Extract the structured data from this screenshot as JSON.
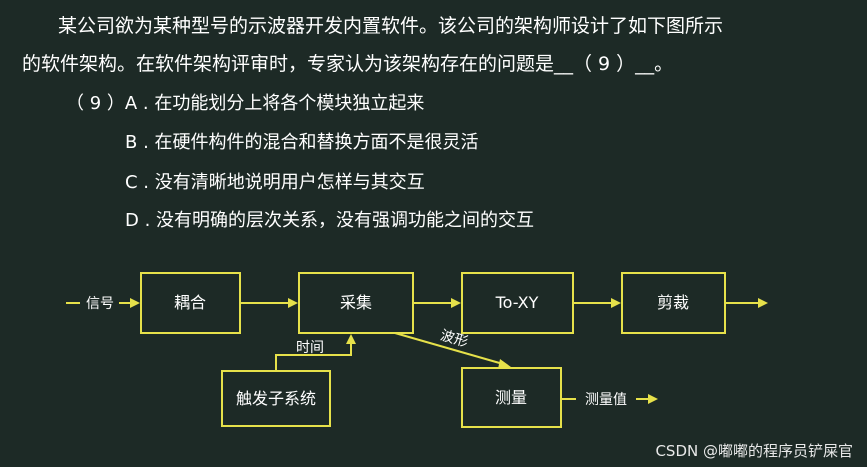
{
  "question": {
    "line1": "某公司欲为某种型号的示波器开发内置软件。该公司的架构师设计了如下图所示",
    "line2": "的软件架构。在软件架构评审时，专家认为该架构存在的问题是__（ 9 ）__。"
  },
  "options": {
    "a": "（ 9 ）A . 在功能划分上将各个模块独立起来",
    "b": "B . 在硬件构件的混合和替换方面不是很灵活",
    "c": "C . 没有清晰地说明用户怎样与其交互",
    "d": "D . 没有明确的层次关系，没有强调功能之间的交互"
  },
  "diagram": {
    "nodes": {
      "coupling": "耦合",
      "acquisition": "采集",
      "toxy": "To-XY",
      "clipping": "剪裁",
      "trigger": "触发子系统",
      "measure": "测量"
    },
    "edges": {
      "signal_in": "信号",
      "time": "时间",
      "waveform": "波形",
      "measured_value": "测量值"
    }
  },
  "watermark": "CSDN @嘟嘟的程序员铲屎官"
}
